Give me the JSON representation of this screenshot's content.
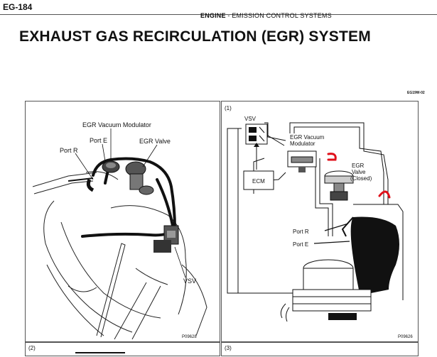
{
  "page": {
    "number": "EG-184"
  },
  "header": {
    "chapter": "ENGINE",
    "separator": "-",
    "section": "EMISSION CONTROL SYSTEMS"
  },
  "title": "EXHAUST GAS RECIRCULATION (EGR) SYSTEM",
  "figure_code": "EG19W-02",
  "panels": {
    "left": {
      "labels": {
        "modulator": "EGR Vacuum Modulator",
        "port_e": "Port E",
        "egr_valve": "EGR Valve",
        "port_r": "Port R",
        "vsv": "VSV"
      },
      "code": "P09628"
    },
    "right": {
      "number": "(1)",
      "labels": {
        "vsv": "VSV",
        "modulator_line1": "EGR Vacuum",
        "modulator_line2": "Modulator",
        "ecm": "ECM",
        "egr_line1": "EGR",
        "egr_line2": "Valve",
        "egr_line3": "(Closed)",
        "port_r": "Port R",
        "port_e": "Port E"
      },
      "code": "P09626"
    },
    "bottom_left": {
      "number": "(2)"
    },
    "bottom_right": {
      "number": "(3)"
    }
  },
  "colors": {
    "annotation": "#e0101a",
    "line": "#111111"
  }
}
